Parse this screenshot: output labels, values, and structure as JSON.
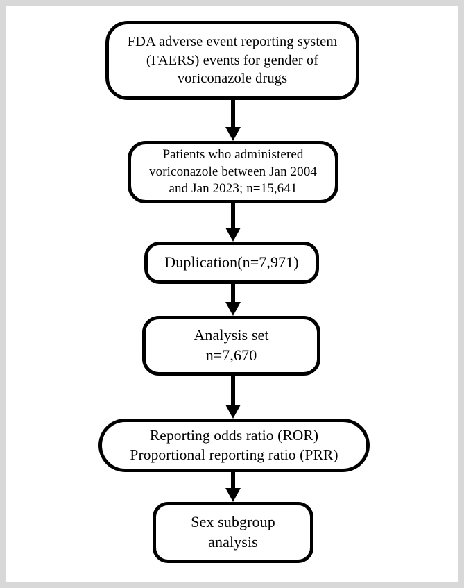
{
  "figure": {
    "type": "flowchart",
    "orientation": "vertical",
    "background_color": "#ffffff",
    "frame_color": "#d8d8d8",
    "stroke_color": "#000000"
  },
  "nodes": [
    {
      "id": "source",
      "text": "FDA adverse event reporting system\n(FAERS) events for gender of\nvoriconazole drugs"
    },
    {
      "id": "patients",
      "text": "Patients who administered\nvoriconazole between Jan 2004\nand Jan 2023; n=15,641"
    },
    {
      "id": "duplication",
      "text": "Duplication(n=7,971)"
    },
    {
      "id": "analysis",
      "text": "Analysis set\nn=7,670"
    },
    {
      "id": "ratios",
      "text": "Reporting odds ratio (ROR)\nProportional reporting ratio (PRR)"
    },
    {
      "id": "subgroup",
      "text": "Sex subgroup\nanalysis"
    }
  ],
  "connectors": [
    {
      "id": "c1",
      "from": "source",
      "to": "patients"
    },
    {
      "id": "c2",
      "from": "patients",
      "to": "duplication"
    },
    {
      "id": "c3",
      "from": "duplication",
      "to": "analysis"
    },
    {
      "id": "c4",
      "from": "analysis",
      "to": "ratios"
    },
    {
      "id": "c5",
      "from": "ratios",
      "to": "subgroup"
    }
  ]
}
